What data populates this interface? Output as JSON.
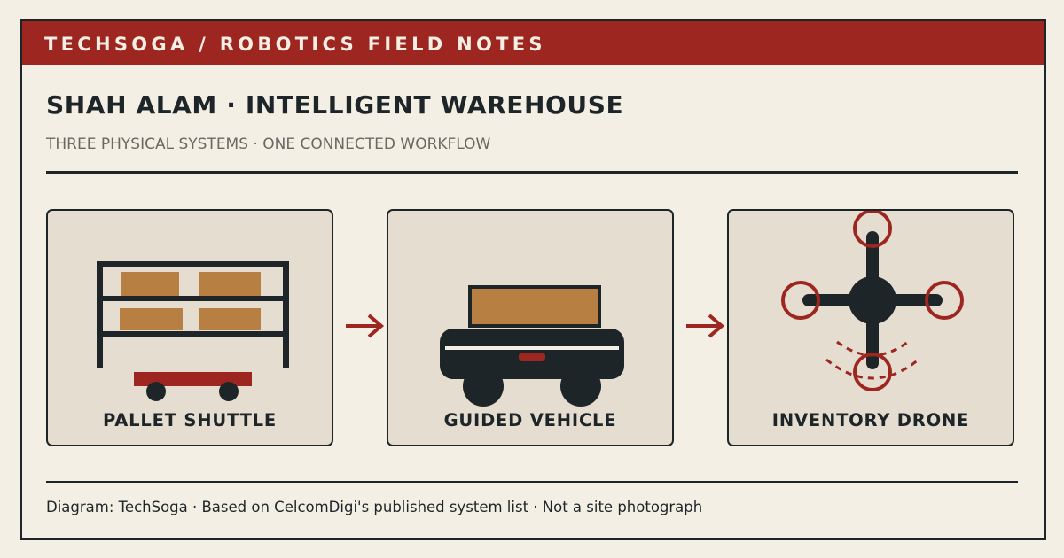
{
  "header": {
    "label": "TECHSOGA / ROBOTICS FIELD NOTES"
  },
  "title": "SHAH ALAM · INTELLIGENT WAREHOUSE",
  "subtitle": "THREE PHYSICAL SYSTEMS · ONE CONNECTED WORKFLOW",
  "systems": [
    {
      "label": "PALLET SHUTTLE",
      "icon": "pallet-shuttle-icon"
    },
    {
      "label": "GUIDED VEHICLE",
      "icon": "guided-vehicle-icon"
    },
    {
      "label": "INVENTORY DRONE",
      "icon": "inventory-drone-icon"
    }
  ],
  "connector_icon": "arrow-right-icon",
  "footer": "Diagram: TechSoga · Based on CelcomDigi's published system list · Not a site photograph",
  "colors": {
    "background": "#f4efe4",
    "accent": "#9e2620",
    "ink": "#1e2529",
    "card": "#e5ddd0",
    "cargo": "#b87f43",
    "muted": "#6a6863"
  }
}
